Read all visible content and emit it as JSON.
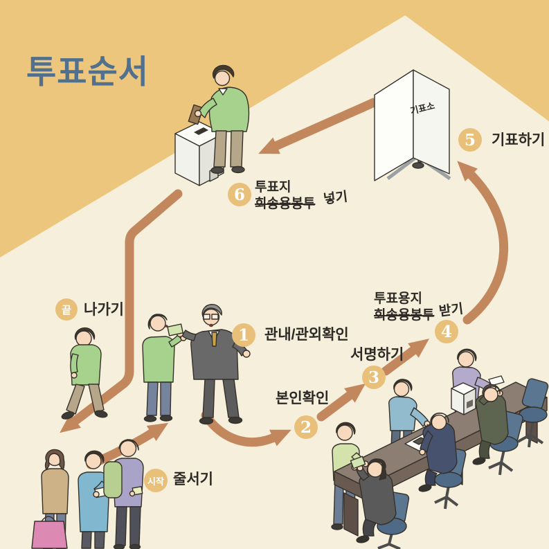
{
  "title": "투표순서",
  "palette": {
    "gold_background": "#ecc67d",
    "cream_background": "#f5efdb",
    "arrow_brown": "#c2875c",
    "badge_gold": "#e9c07a",
    "title_blue": "#51708e",
    "label_text": "#2d2a26"
  },
  "steps": [
    {
      "num": "1",
      "label": "관내/관외확인"
    },
    {
      "num": "2",
      "label": "본인확인"
    },
    {
      "num": "3",
      "label": "서명하기"
    },
    {
      "num": "4",
      "label_line1": "투표용지",
      "label_line2": "회송용봉투",
      "label_line2_struck": true,
      "suffix": "받기"
    },
    {
      "num": "5",
      "label": "기표하기"
    },
    {
      "num": "6",
      "label_line1": "투표지",
      "label_line2": "회송용봉투",
      "label_line2_struck": true,
      "suffix": "넣기"
    }
  ],
  "start": {
    "badge": "시작",
    "label": "줄서기"
  },
  "end": {
    "badge": "끝",
    "label": "나가기"
  },
  "booth": {
    "sign": "기표소"
  }
}
